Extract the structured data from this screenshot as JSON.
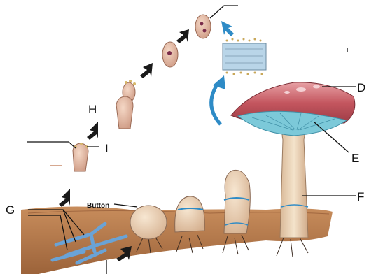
{
  "labels": {
    "d": "D",
    "e": "E",
    "f": "F",
    "g": "G",
    "h": "H",
    "i": "I",
    "button": "Button",
    "mark": "I"
  },
  "colors": {
    "soil": "#b77a4a",
    "soil_dark": "#8a5230",
    "cap": "#c4565f",
    "cap_light": "#e39a9a",
    "stalk": "#eed7b8",
    "gills": "#7cc9d9",
    "mycelium": "#6aa3d6",
    "cell": "#e6b8a2",
    "arrow_dark": "#1a1a1a",
    "arrow_blue": "#2e8bc6"
  },
  "icons": {
    "arrow": "black-arrow-icon",
    "blue_arrow": "blue-curved-arrow-icon"
  }
}
